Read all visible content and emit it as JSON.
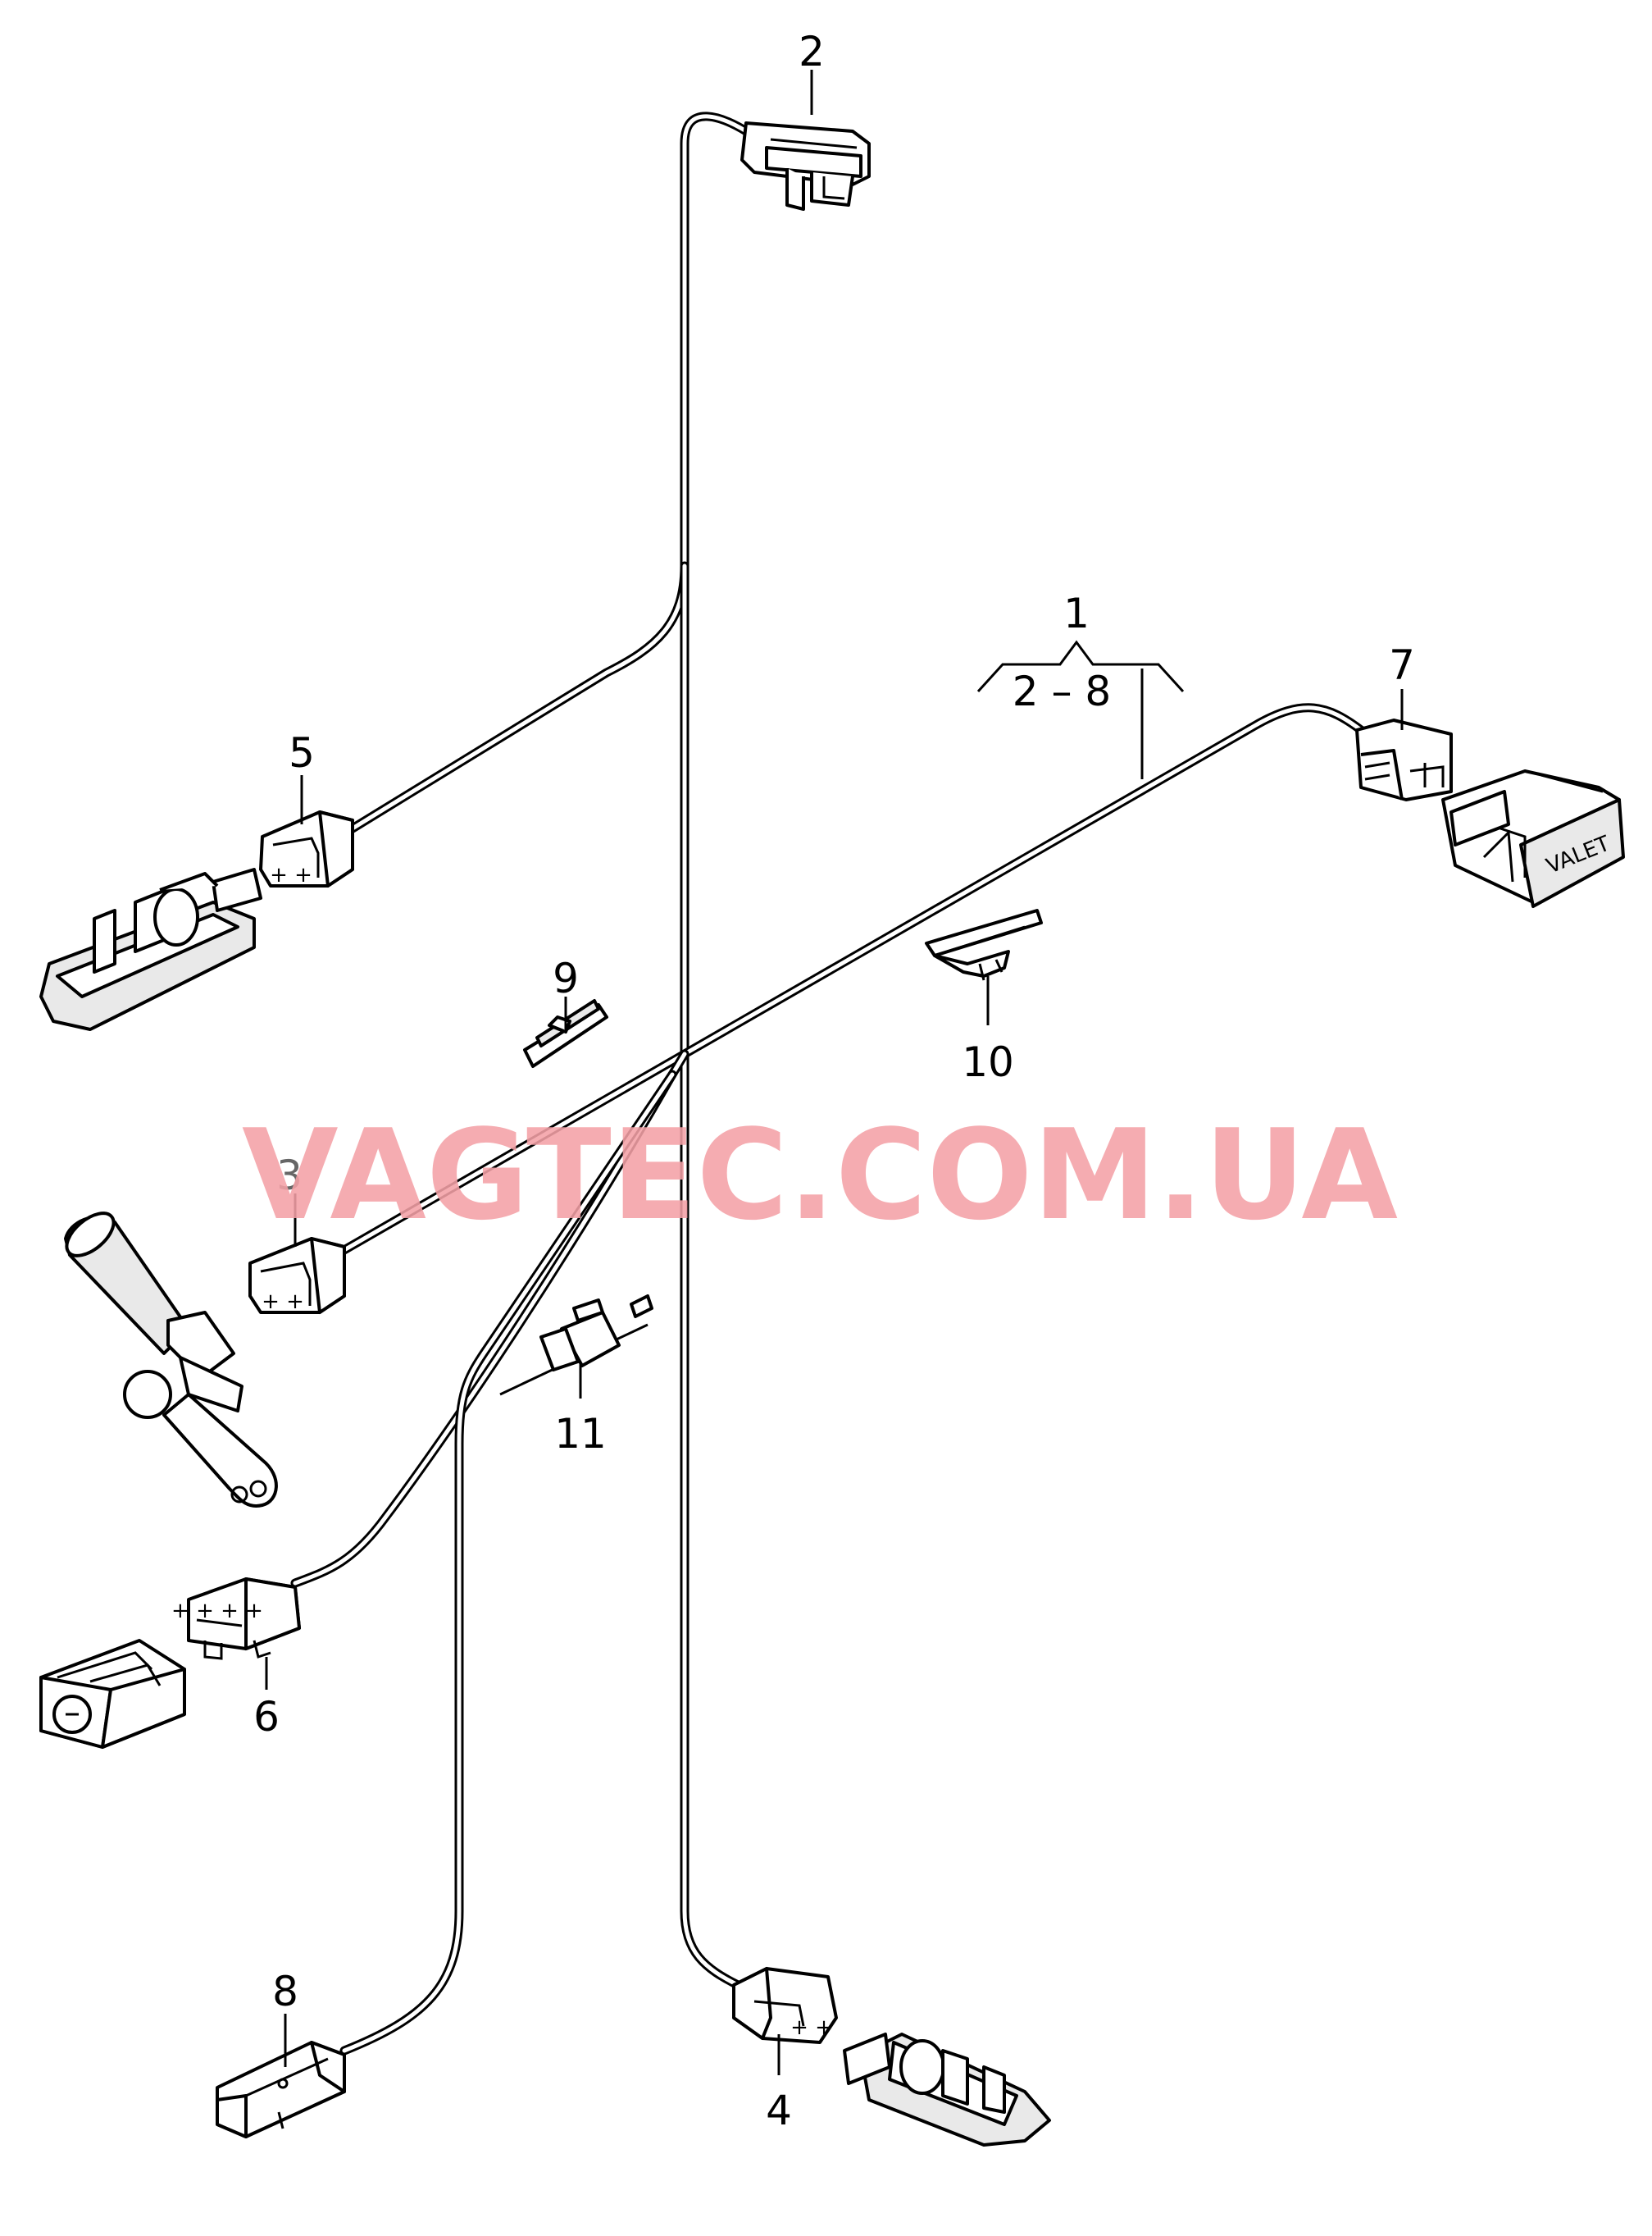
{
  "labels": {
    "p1": "1",
    "p1_range": "2 – 8",
    "p2": "2",
    "p3": "3",
    "p4": "4",
    "p5": "5",
    "p6": "6",
    "p7": "7",
    "p8": "8",
    "p9": "9",
    "p10": "10",
    "p11": "11"
  },
  "switch_text": "VALET",
  "watermark": "VAGTEC.COM.UA",
  "colors": {
    "line": "#000000",
    "watermark": "#f4a0a6",
    "background": "#ffffff"
  }
}
